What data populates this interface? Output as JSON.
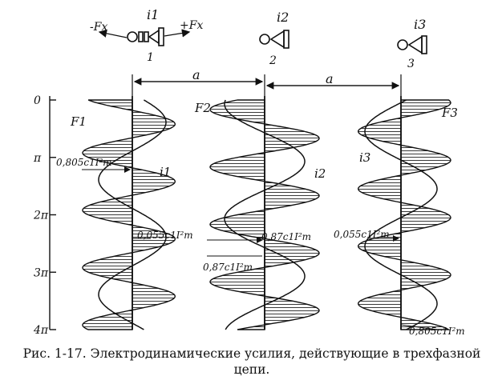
{
  "figure": {
    "top_labels": {
      "minus_force": "-Fx",
      "plus_force": "+Fx",
      "current_1": "i1",
      "current_2": "i2",
      "current_3": "i3",
      "conductor_1": "1",
      "conductor_2": "2",
      "conductor_3": "3",
      "spacing_left": "a",
      "spacing_right": "a"
    },
    "phase_ticks": [
      "0",
      "π",
      "2π",
      "3π",
      "4π"
    ],
    "curve_labels": {
      "force_1": "F1",
      "force_2": "F2",
      "force_3": "F3",
      "current_1": "i1",
      "current_2": "i2",
      "current_3": "i3"
    },
    "annotations": {
      "amp_1": "0,805c1I²m",
      "min_1": "0,055c1I²m",
      "amp_2_right": "0,87c1I²m",
      "amp_2_left": "0,87c1I²m",
      "min_3": "0,055c1I²m",
      "amp_3": "0,805c1I²m"
    }
  },
  "caption": {
    "prefix": "Рис. 1-17.",
    "text": "Электродинамические усилия, действующие в трехфазной цепи."
  }
}
